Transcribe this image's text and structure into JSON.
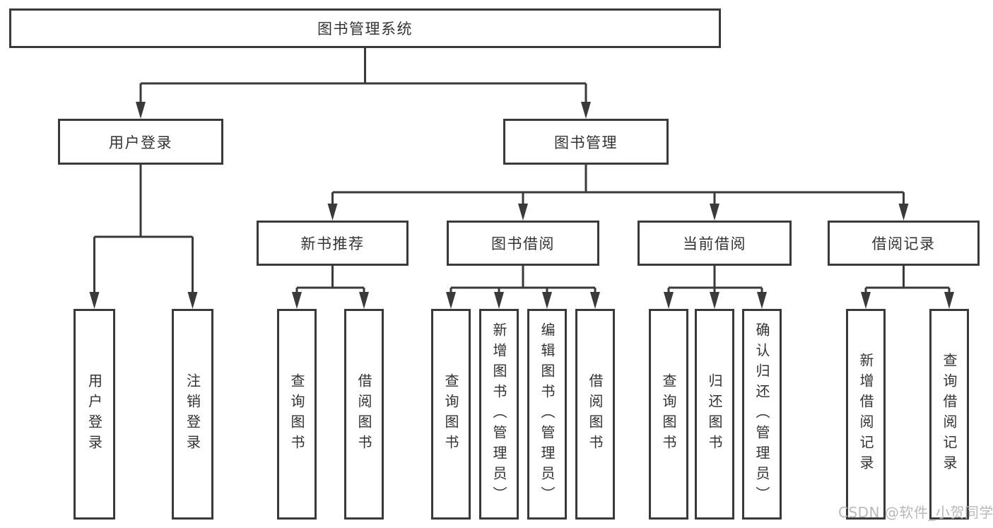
{
  "diagram": {
    "nodes": {
      "root": "图书管理系统",
      "user_login": "用户登录",
      "book_mgmt": "图书管理",
      "leaf_user_login": "用户登录",
      "leaf_logout": "注销登录",
      "new_book_rec": "新书推荐",
      "book_borrow": "图书借阅",
      "current_borrow": "当前借阅",
      "borrow_record": "借阅记录",
      "nb_query": "查询图书",
      "nb_borrow": "借阅图书",
      "bb_query": "查询图书",
      "bb_add": "新增图书（管理员）",
      "bb_edit": "编辑图书（管理员）",
      "bb_borrow": "借阅图书",
      "cb_query": "查询图书",
      "cb_return": "归还图书",
      "cb_confirm": "确认归还（管理员）",
      "br_add": "新增借阅记录",
      "br_query": "查询借阅记录"
    },
    "colors": {
      "line": "#3a3a3a",
      "text": "#333333",
      "background": "#ffffff",
      "watermark": "#b9b9b9"
    }
  },
  "watermark": {
    "text": "CSDN @软件_小贺同学"
  }
}
